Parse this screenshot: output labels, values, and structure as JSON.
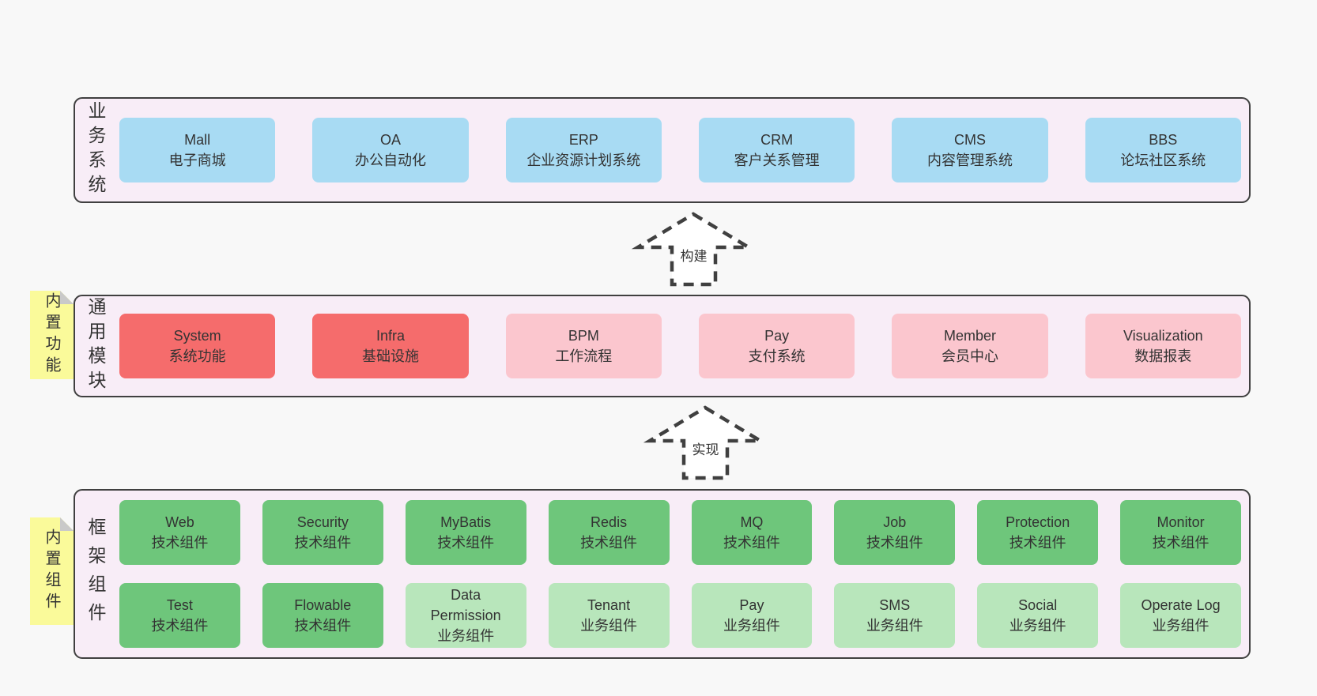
{
  "colors": {
    "page_bg": "#f8f8f8",
    "panel_bg": "#f8edf7",
    "panel_border": "#404040",
    "text": "#333333",
    "blue": "#a8dbf3",
    "red": "#f56c6c",
    "pink": "#fbc6ce",
    "green": "#6ec67b",
    "light_green": "#b8e6bb",
    "sticky_yellow": "#fafa9a",
    "sticky_fold": "#c9c9c9",
    "arrow_fill": "#ffffff"
  },
  "arrows": [
    {
      "label": "构建"
    },
    {
      "label": "实现"
    }
  ],
  "sections": [
    {
      "id": "business-systems",
      "side_label": "业务系统",
      "sticky": null,
      "rows": [
        [
          {
            "name": "Mall",
            "desc": "电子商城",
            "variant": "blue"
          },
          {
            "name": "OA",
            "desc": "办公自动化",
            "variant": "blue"
          },
          {
            "name": "ERP",
            "desc": "企业资源计划系统",
            "variant": "blue"
          },
          {
            "name": "CRM",
            "desc": "客户关系管理",
            "variant": "blue"
          },
          {
            "name": "CMS",
            "desc": "内容管理系统",
            "variant": "blue"
          },
          {
            "name": "BBS",
            "desc": "论坛社区系统",
            "variant": "blue"
          }
        ]
      ]
    },
    {
      "id": "common-modules",
      "side_label": "通用模块",
      "sticky": "内置功能",
      "rows": [
        [
          {
            "name": "System",
            "desc": "系统功能",
            "variant": "red"
          },
          {
            "name": "Infra",
            "desc": "基础设施",
            "variant": "red"
          },
          {
            "name": "BPM",
            "desc": "工作流程",
            "variant": "pink"
          },
          {
            "name": "Pay",
            "desc": "支付系统",
            "variant": "pink"
          },
          {
            "name": "Member",
            "desc": "会员中心",
            "variant": "pink"
          },
          {
            "name": "Visualization",
            "desc": "数据报表",
            "variant": "pink"
          }
        ]
      ]
    },
    {
      "id": "framework-components",
      "side_label": "框架组件",
      "sticky": "内置组件",
      "rows": [
        [
          {
            "name": "Web",
            "desc": "技术组件",
            "variant": "green"
          },
          {
            "name": "Security",
            "desc": "技术组件",
            "variant": "green"
          },
          {
            "name": "MyBatis",
            "desc": "技术组件",
            "variant": "green"
          },
          {
            "name": "Redis",
            "desc": "技术组件",
            "variant": "green"
          },
          {
            "name": "MQ",
            "desc": "技术组件",
            "variant": "green"
          },
          {
            "name": "Job",
            "desc": "技术组件",
            "variant": "green"
          },
          {
            "name": "Protection",
            "desc": "技术组件",
            "variant": "green"
          },
          {
            "name": "Monitor",
            "desc": "技术组件",
            "variant": "green"
          }
        ],
        [
          {
            "name": "Test",
            "desc": "技术组件",
            "variant": "green"
          },
          {
            "name": "Flowable",
            "desc": "技术组件",
            "variant": "green"
          },
          {
            "name": "Data Permission",
            "desc": "业务组件",
            "variant": "lightgreen"
          },
          {
            "name": "Tenant",
            "desc": "业务组件",
            "variant": "lightgreen"
          },
          {
            "name": "Pay",
            "desc": "业务组件",
            "variant": "lightgreen"
          },
          {
            "name": "SMS",
            "desc": "业务组件",
            "variant": "lightgreen"
          },
          {
            "name": "Social",
            "desc": "业务组件",
            "variant": "lightgreen"
          },
          {
            "name": "Operate Log",
            "desc": "业务组件",
            "variant": "lightgreen"
          }
        ]
      ]
    }
  ]
}
